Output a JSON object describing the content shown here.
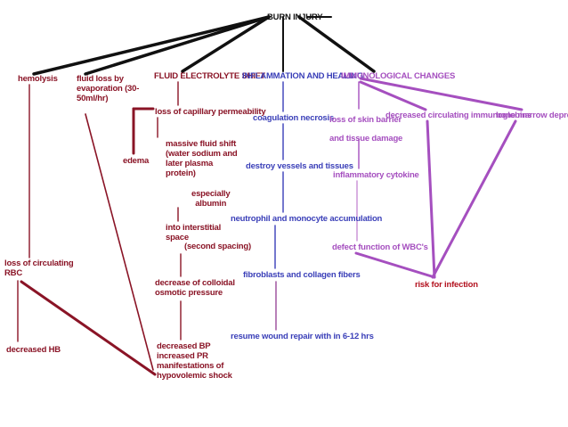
{
  "colors": {
    "black": "#111111",
    "maroon": "#8a1426",
    "red": "#b3121f",
    "blue": "#3a3fb8",
    "purple": "#a54fbf",
    "mauve": "#9a4a9a",
    "light_purple": "#c98fd6"
  },
  "nodes": {
    "burn_injury": "BURN INJURY",
    "hemolysis": "hemolysis",
    "fluid_loss_evaporation": "fluid loss by\nevaporation (30-\n50ml/hr)",
    "fluid_electrolyte_shift": "FLUID ELECTROLYTE SHIFT",
    "inflammation_healing": "INFLAMMATION AND HEALING",
    "immunological_changes": "IMMUNOLOGICAL CHANGES",
    "loss_capillary_permeability": "loss of capillary permeability",
    "edema": "edema",
    "massive_fluid_shift": "massive fluid shift\n(water sodium and\nlater plasma\nprotein)",
    "especially_albumin": "especially\nalbumin",
    "into_interstitial_space": "into interstitial\nspace",
    "second_spacing": "(second spacing)",
    "decrease_colloidal_pressure": "decrease of colloidal\nosmotic pressure",
    "hypovolemic_shock": "decreased BP\nincreased PR\nmanifestations of\nhypovolemic shock",
    "loss_circulating_rbc": "loss of circulating\nRBC",
    "decreased_hb": "decreased HB",
    "coagulation_necrosis": "coagulation necrosis",
    "destroy_vessels": "destroy vessels and tissues",
    "neutrophil_monocyte": "neutrophil and monocyte accumulation",
    "fibroblasts_collagen": "fibroblasts and collagen fibers",
    "resume_wound_repair": "resume wound repair with in 6-12 hrs",
    "loss_skin_barrier": "loss of skin barrier\nand tissue damage",
    "decreased_immunoglobins": "decreased circulating immunoglobins",
    "bone_marrow_depression": "bone marrow depression",
    "inflammatory_cytokine": "inflammatory cytokine",
    "defect_function_wbc": "defect function of WBC's",
    "risk_for_infection": "risk for infection"
  }
}
